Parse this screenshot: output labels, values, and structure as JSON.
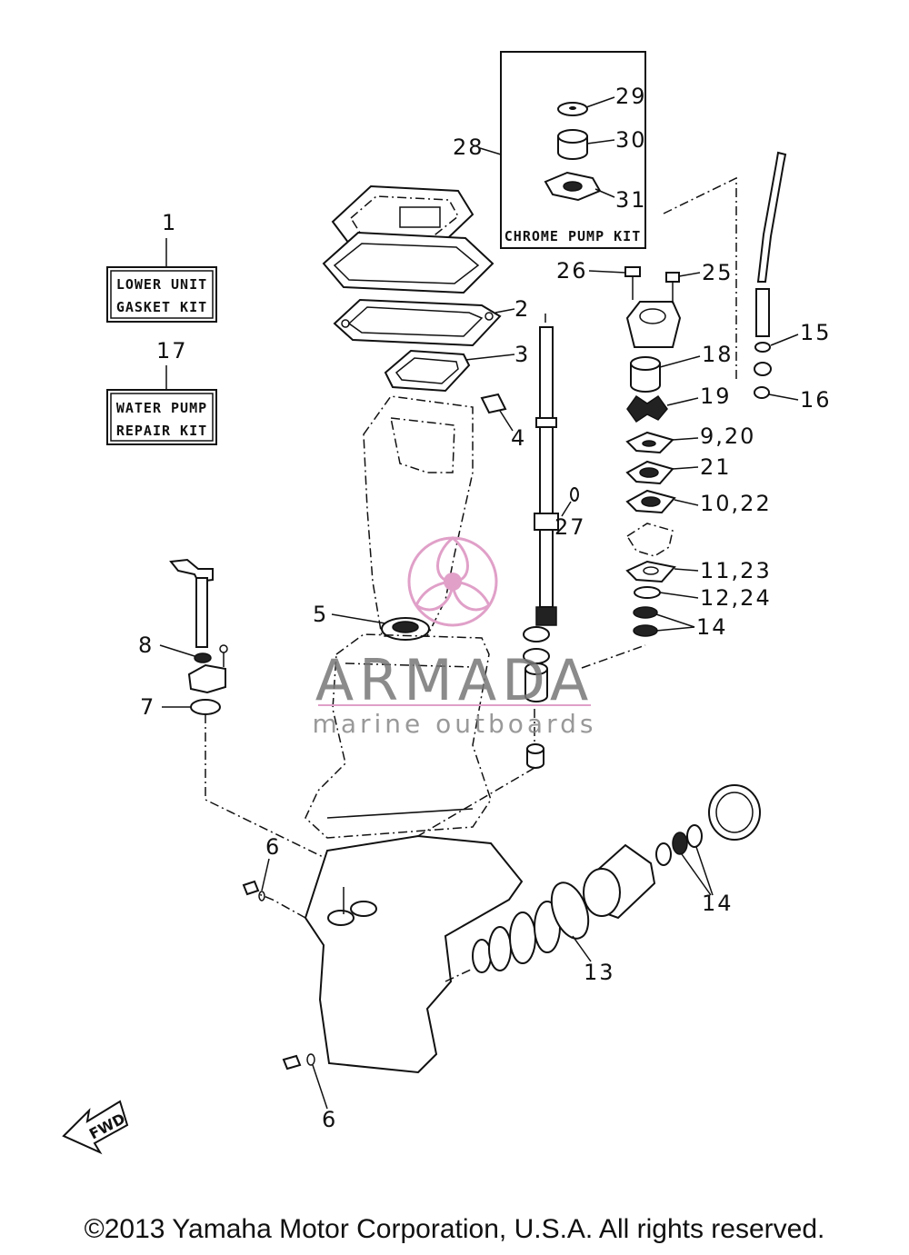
{
  "kits": {
    "gasket_kit": {
      "number": "1",
      "line1": "LOWER UNIT",
      "line2": "GASKET KIT"
    },
    "water_pump_kit": {
      "number": "17",
      "line1": "WATER PUMP",
      "line2": "REPAIR KIT"
    },
    "chrome_pump_kit": {
      "number": "28",
      "label": "CHROME PUMP KIT"
    }
  },
  "callouts": {
    "c2": "2",
    "c3": "3",
    "c4": "4",
    "c5": "5",
    "c6a": "6",
    "c6b": "6",
    "c7": "7",
    "c8": "8",
    "c9_20": "9,20",
    "c10_22": "10,22",
    "c11_23": "11,23",
    "c12_24": "12,24",
    "c13": "13",
    "c14a": "14",
    "c14b": "14",
    "c15": "15",
    "c16": "16",
    "c18": "18",
    "c19": "19",
    "c21": "21",
    "c25": "25",
    "c26": "26",
    "c27": "27",
    "c29": "29",
    "c30": "30",
    "c31": "31"
  },
  "fwd_label": "FWD",
  "watermark": {
    "brand": "ARMADA",
    "tagline": "marine outboards",
    "accent_color": "#e0a0c8"
  },
  "copyright": "©2013 Yamaha Motor Corporation, U.S.A. All rights reserved."
}
